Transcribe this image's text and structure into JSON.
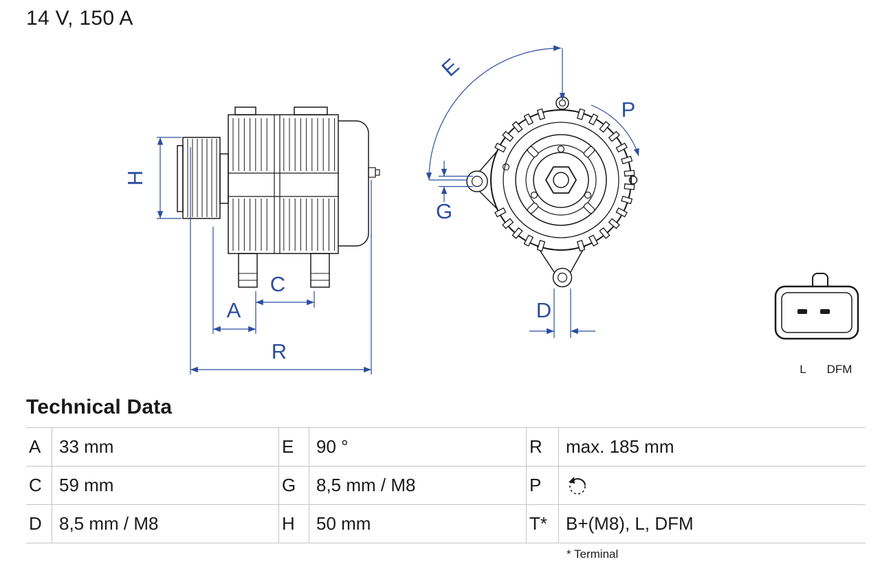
{
  "header": {
    "rating": "14 V, 150 A"
  },
  "drawing": {
    "dimension_labels": {
      "H": "H",
      "A": "A",
      "C": "C",
      "R": "R",
      "E": "E",
      "G": "G",
      "D": "D",
      "P": "P"
    },
    "connector_labels": {
      "left": "L",
      "right": "DFM"
    }
  },
  "technical_data": {
    "title": "Technical Data",
    "footnote": "* Terminal",
    "rows": [
      [
        {
          "key": "A",
          "value": "33 mm"
        },
        {
          "key": "E",
          "value": "90 °"
        },
        {
          "key": "R",
          "value": "max. 185 mm"
        }
      ],
      [
        {
          "key": "C",
          "value": "59 mm"
        },
        {
          "key": "G",
          "value": "8,5 mm / M8"
        },
        {
          "key": "P",
          "value": "",
          "value_icon": "rotation-direction-icon"
        }
      ],
      [
        {
          "key": "D",
          "value": "8,5 mm / M8"
        },
        {
          "key": "H",
          "value": "50 mm"
        },
        {
          "key": "T*",
          "value": "B+(M8), L, DFM"
        }
      ]
    ]
  },
  "colors": {
    "accent_blue": "#2b4da0",
    "line": "#1a1a1a",
    "table_border": "#c6c6c6"
  }
}
